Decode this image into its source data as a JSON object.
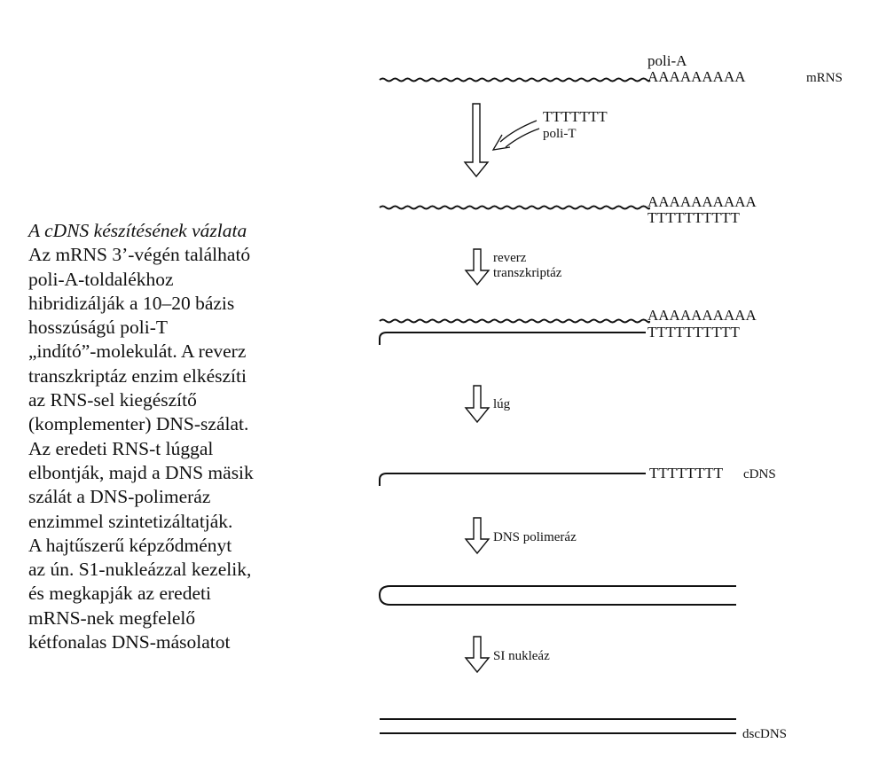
{
  "caption": {
    "title": "A cDNS készítésének vázlata",
    "lines": [
      "Az mRNS 3’-végén található",
      "poli-A-toldalékhoz",
      "hibridizálják a 10–20 bázis",
      "hosszúságú poli-T",
      "„indító”-molekulát. A reverz",
      "transzkriptáz enzim elkészíti",
      "az RNS-sel kiegészítő",
      "(komplementer) DNS-szálat.",
      "Az eredeti RNS-t lúggal",
      "elbontják, majd a DNS mäsik",
      "szálát a DNS-polimeráz",
      "enzimmel szintetizáltatják.",
      "A hajtűszerű képződményt",
      "az ún. S1-nukleázzal kezelik,",
      "és megkapják az eredeti",
      "mRNS-nek megfelelő",
      "kétfonalas DNS-másolatot"
    ]
  },
  "diagram": {
    "stage1": {
      "poli_a_label": "poli-A",
      "poly_a": "AAAAAAAAA",
      "mrns_label": "mRNS"
    },
    "step1": {
      "primer": "TTTTTTT",
      "primer_label": "poli-T"
    },
    "stage2": {
      "poly_a": "AAAAAAAAAA",
      "poly_t": "TTTTTTTTTT"
    },
    "step2": {
      "line1": "reverz",
      "line2": "transzkriptáz"
    },
    "stage3": {
      "poly_a": "AAAAAAAAAA",
      "poly_t": "TTTTTTTTTT"
    },
    "step3": {
      "label": "lúg"
    },
    "stage4": {
      "poly_t": "TTTTTTTT",
      "cdns_label": "cDNS"
    },
    "step4": {
      "label": "DNS polimeráz"
    },
    "step5": {
      "label": "SI nukleáz"
    },
    "stage6": {
      "dsc_label": "dscDNS"
    }
  }
}
